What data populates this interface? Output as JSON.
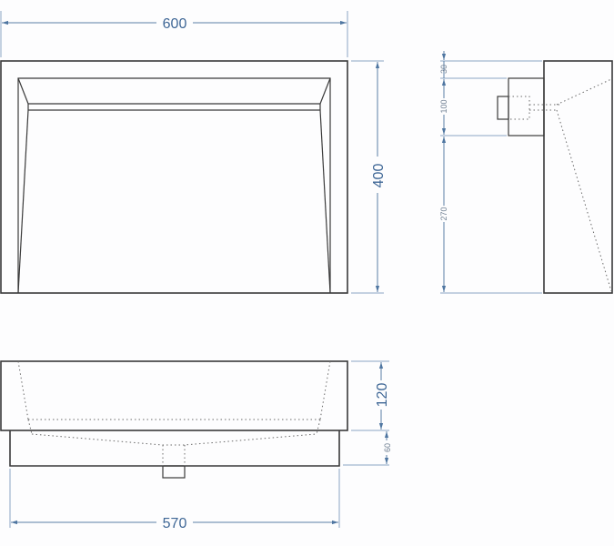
{
  "drawing": {
    "type": "technical dimension drawing",
    "subject": "wall-mounted washbasin",
    "units": "mm",
    "colors": {
      "outline": "#3a3a3a",
      "dimension": "#5b7fa6",
      "label": "#3f6796",
      "background": "#fdfdfe"
    }
  },
  "views": {
    "front": {
      "name": "front view",
      "width_label": "600",
      "height_label": "400"
    },
    "side": {
      "name": "side view",
      "dims": [
        "30",
        "100",
        "270"
      ]
    },
    "bottom": {
      "name": "section / bottom view",
      "height_label": "120",
      "base_label": "60",
      "width_label": "570"
    }
  }
}
